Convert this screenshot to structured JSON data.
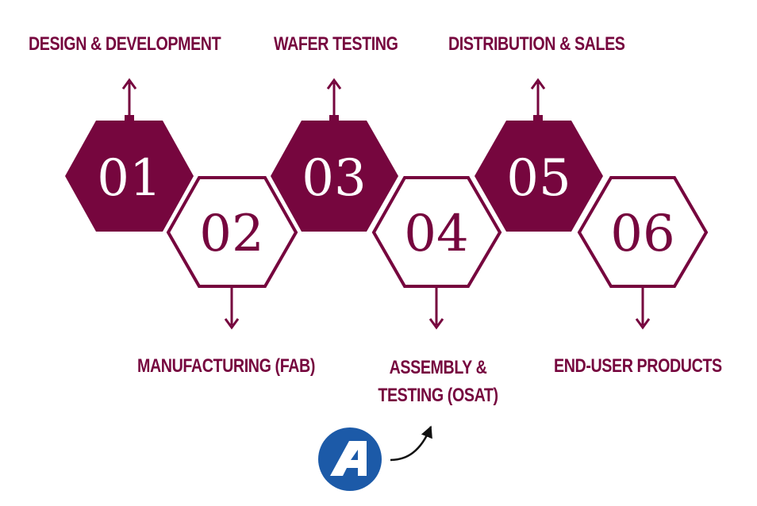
{
  "accent_color": "#76063e",
  "steps": [
    {
      "number": "01",
      "label": "DESIGN & DEVELOPMENT",
      "filled": true
    },
    {
      "number": "02",
      "label": "MANUFACTURING (FAB)",
      "filled": false
    },
    {
      "number": "03",
      "label": "WAFER TESTING",
      "filled": true
    },
    {
      "number": "04",
      "label_line1": "ASSEMBLY &",
      "label_line2": "TESTING (OSAT)",
      "filled": false
    },
    {
      "number": "05",
      "label": "DISTRIBUTION & SALES",
      "filled": true
    },
    {
      "number": "06",
      "label": "END-USER PRODUCTS",
      "filled": false
    }
  ],
  "logo": {
    "icon": "a-logo-icon",
    "color": "#1c5aa8",
    "pointer_icon": "curved-arrow-icon"
  }
}
